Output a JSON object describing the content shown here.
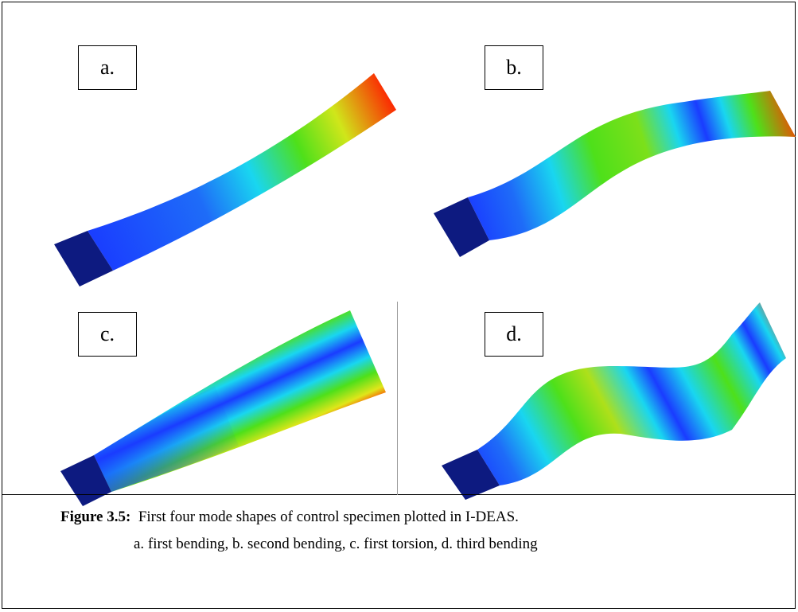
{
  "panels": [
    {
      "label": "a.",
      "mode": "first bending"
    },
    {
      "label": "b.",
      "mode": "second bending"
    },
    {
      "label": "c.",
      "mode": "first torsion"
    },
    {
      "label": "d.",
      "mode": "third bending"
    }
  ],
  "caption": {
    "lead": "Figure 3.5:",
    "text": "First four mode shapes of control specimen plotted in I-DEAS.",
    "line2": "a. first bending, b. second bending, c. first torsion, d. third bending"
  },
  "colors": {
    "clamp": "#0d1a80",
    "blue": "#1a3cff",
    "cyan": "#19d6f0",
    "green": "#4ee01a",
    "yellow": "#e0e61a",
    "red": "#ff1a00",
    "frame": "#000000"
  }
}
